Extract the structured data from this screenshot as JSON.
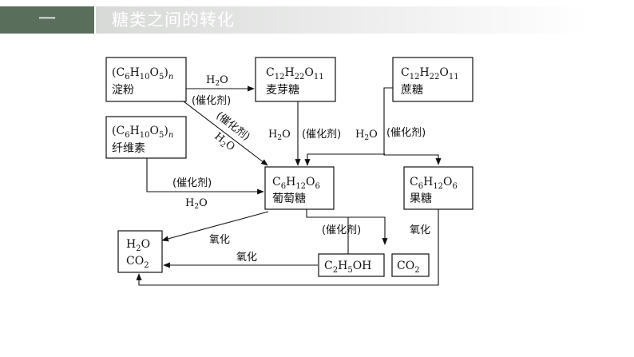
{
  "section": {
    "number": "一",
    "title": "糖类之间的转化"
  },
  "boxes": {
    "starch": {
      "formula": "(C6H10O5)n",
      "name": "淀粉"
    },
    "maltose": {
      "formula": "C12H22O11",
      "name": "麦芽糖"
    },
    "sucrose": {
      "formula": "C12H22O11",
      "name": "蔗糖"
    },
    "cellulose": {
      "formula": "(C6H10O5)n",
      "name": "纤维素"
    },
    "glucose": {
      "formula": "C6H12O6",
      "name": "葡萄糖"
    },
    "fructose": {
      "formula": "C6H12O6",
      "name": "果糖"
    },
    "water_co2": {
      "line1": "H2O",
      "line2": "CO2"
    },
    "ethanol": {
      "formula": "C2H5OH"
    },
    "co2": {
      "formula": "CO2"
    }
  },
  "labels": {
    "starch_maltose_top": "H2O",
    "starch_maltose_bottom": "(催化剂)",
    "starch_glucose_1": "(催化剂)",
    "starch_glucose_2": "H2O",
    "maltose_glucose_h2o": "H2O",
    "maltose_glucose_cat": "(催化剂)",
    "sucrose_h2o": "H2O",
    "sucrose_cat": "(催化剂)",
    "cellulose_cat": "(催化剂)",
    "cellulose_h2o": "H2O",
    "glucose_ferment_cat": "(催化剂)",
    "glucose_oxidation": "氧化",
    "ethanol_oxidation": "氧化",
    "fructose_oxidation": "氧化"
  }
}
